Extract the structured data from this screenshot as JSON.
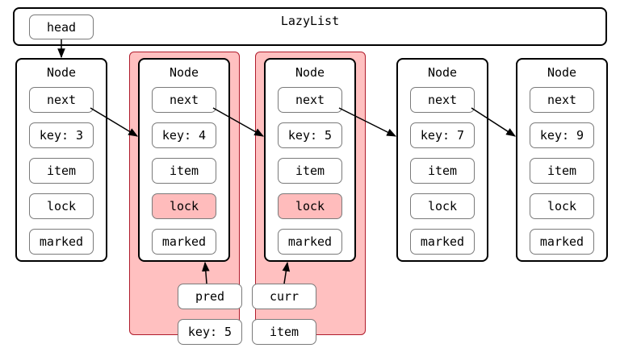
{
  "lazylist": {
    "title": "LazyList",
    "head_label": "head"
  },
  "nodes": [
    {
      "title": "Node",
      "next": "next",
      "key": "key: 3",
      "item": "item",
      "lock": "lock",
      "marked": "marked",
      "locked": false
    },
    {
      "title": "Node",
      "next": "next",
      "key": "key: 4",
      "item": "item",
      "lock": "lock",
      "marked": "marked",
      "locked": true
    },
    {
      "title": "Node",
      "next": "next",
      "key": "key: 5",
      "item": "item",
      "lock": "lock",
      "marked": "marked",
      "locked": true
    },
    {
      "title": "Node",
      "next": "next",
      "key": "key: 7",
      "item": "item",
      "lock": "lock",
      "marked": "marked",
      "locked": false
    },
    {
      "title": "Node",
      "next": "next",
      "key": "key: 9",
      "item": "item",
      "lock": "lock",
      "marked": "marked",
      "locked": false
    }
  ],
  "thread": {
    "pred_label": "pred",
    "curr_label": "curr",
    "key_label": "key: 5",
    "item_label": "item"
  },
  "colors": {
    "highlight_fill": "#ffc0c0",
    "highlight_border": "#b01c2c",
    "lock_fill": "#ffbcbc",
    "field_border": "#7a7a7a"
  }
}
